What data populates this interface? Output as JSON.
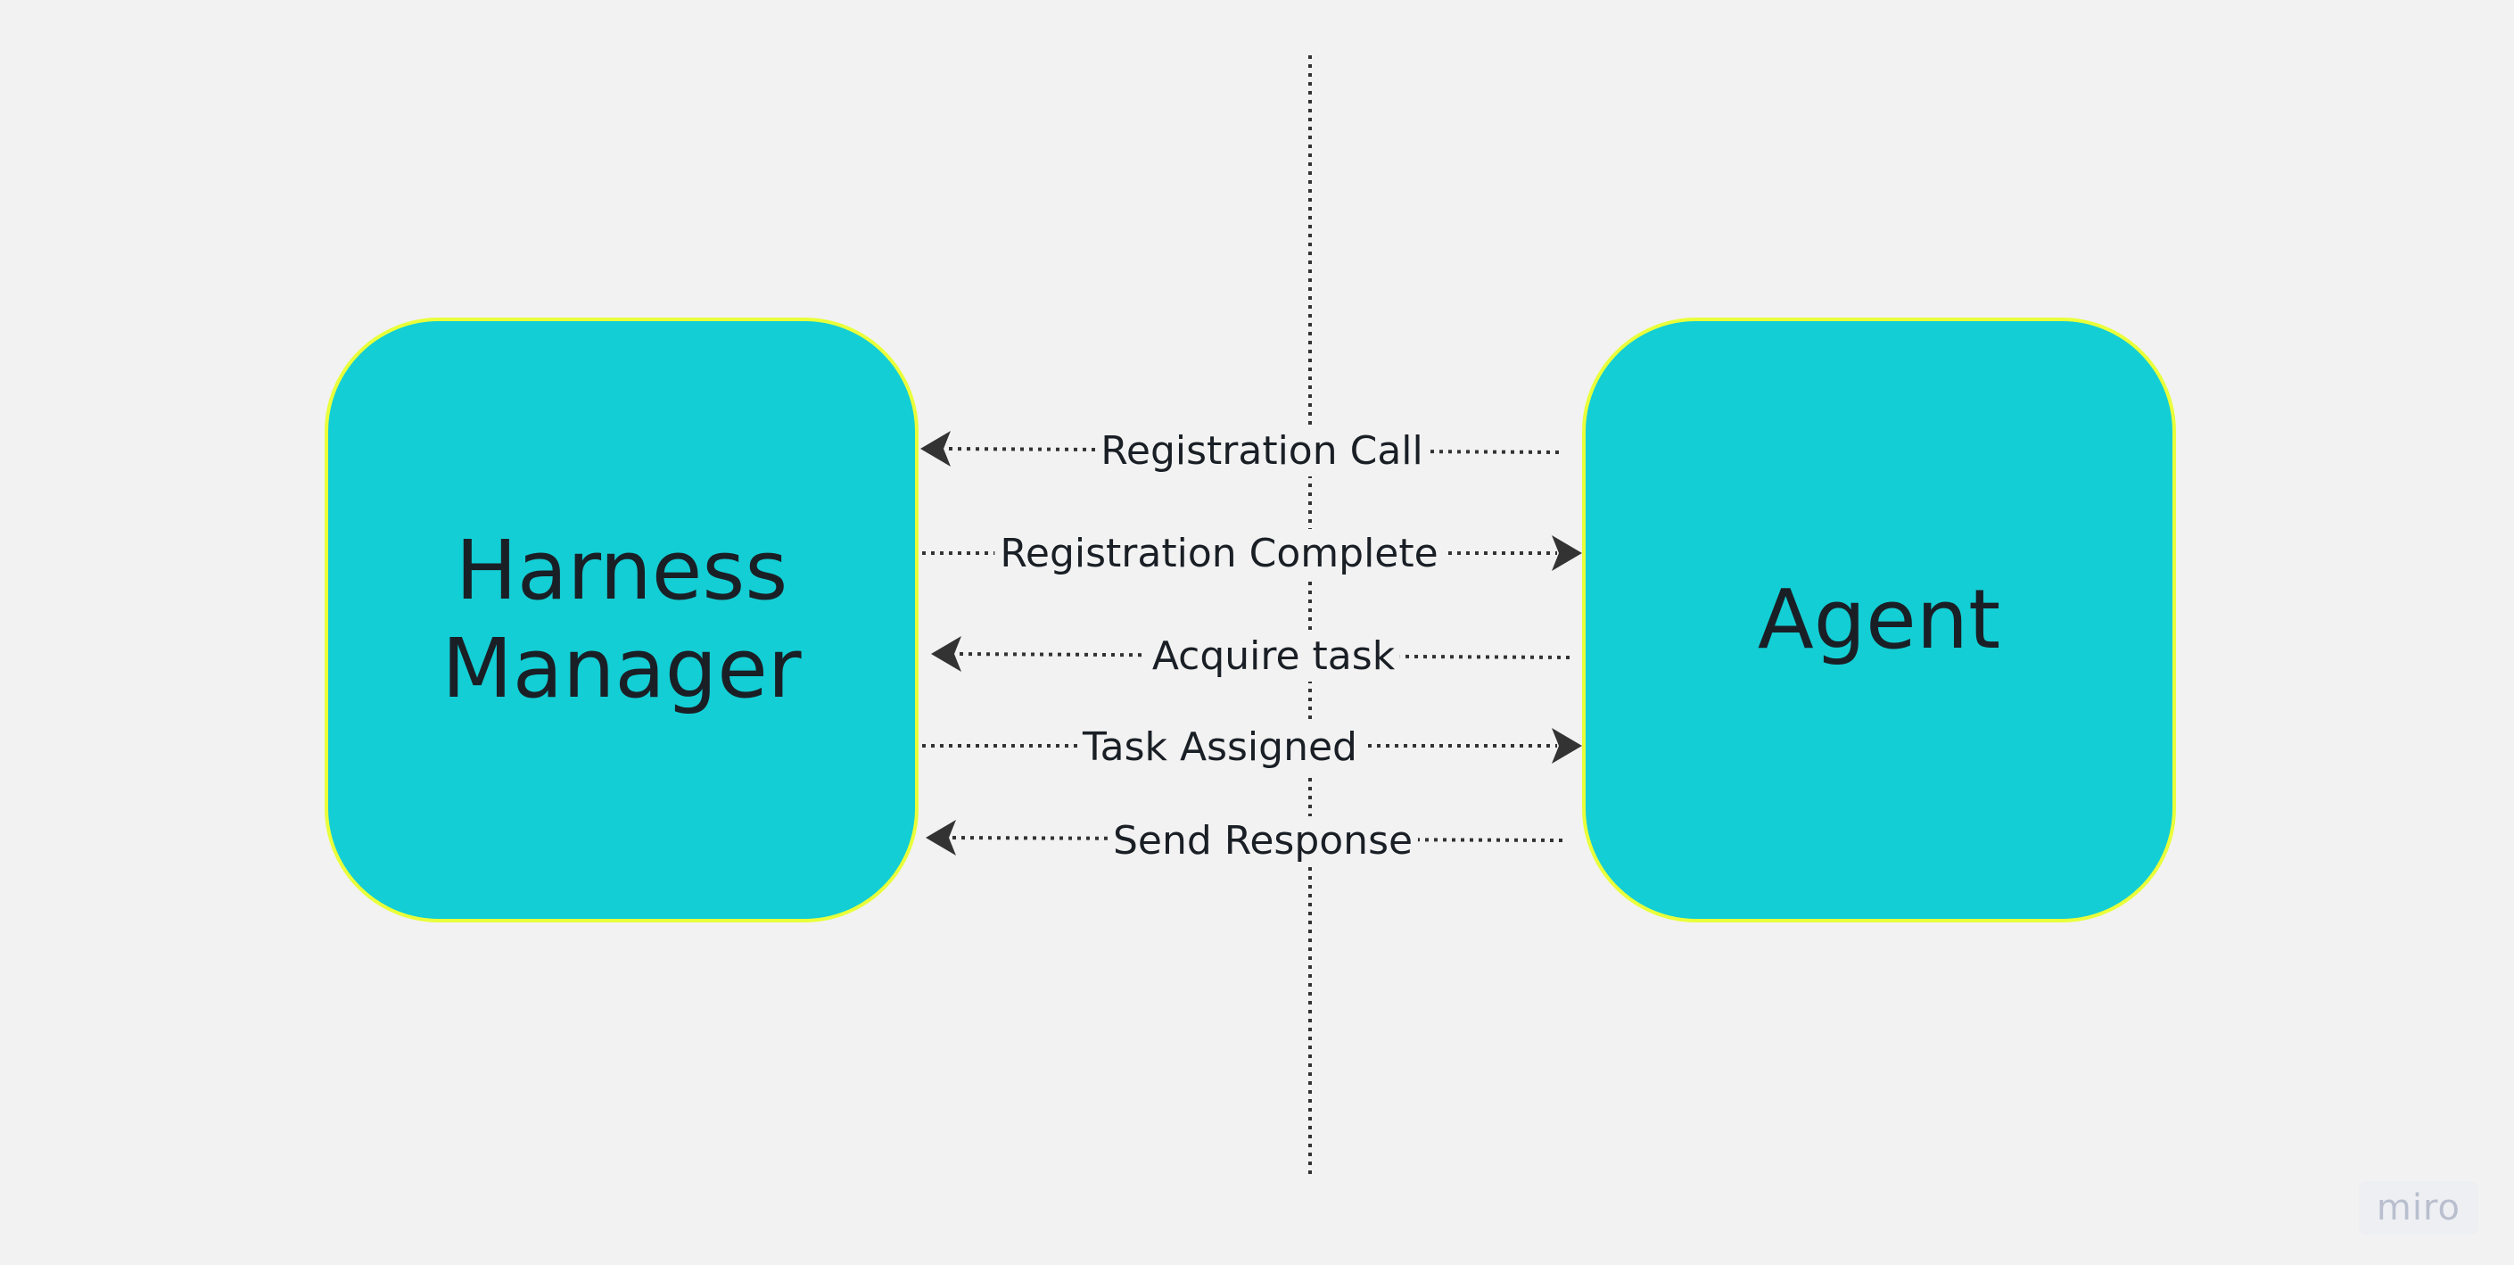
{
  "diagram": {
    "nodes": {
      "left": {
        "line1": "Harness",
        "line2": "Manager"
      },
      "right": {
        "label": "Agent"
      }
    },
    "edges": [
      {
        "label": "Registration Call",
        "direction": "to-left"
      },
      {
        "label": "Registration Complete",
        "direction": "to-right"
      },
      {
        "label": "Acquire task",
        "direction": "to-left"
      },
      {
        "label": "Task Assigned",
        "direction": "to-right"
      },
      {
        "label": "Send Response",
        "direction": "to-left"
      }
    ]
  },
  "colors": {
    "node_fill": "#13ced4",
    "node_border": "#e9ff3a",
    "line": "#333333",
    "background": "#f2f2f2"
  },
  "watermark": {
    "text": "miro"
  }
}
